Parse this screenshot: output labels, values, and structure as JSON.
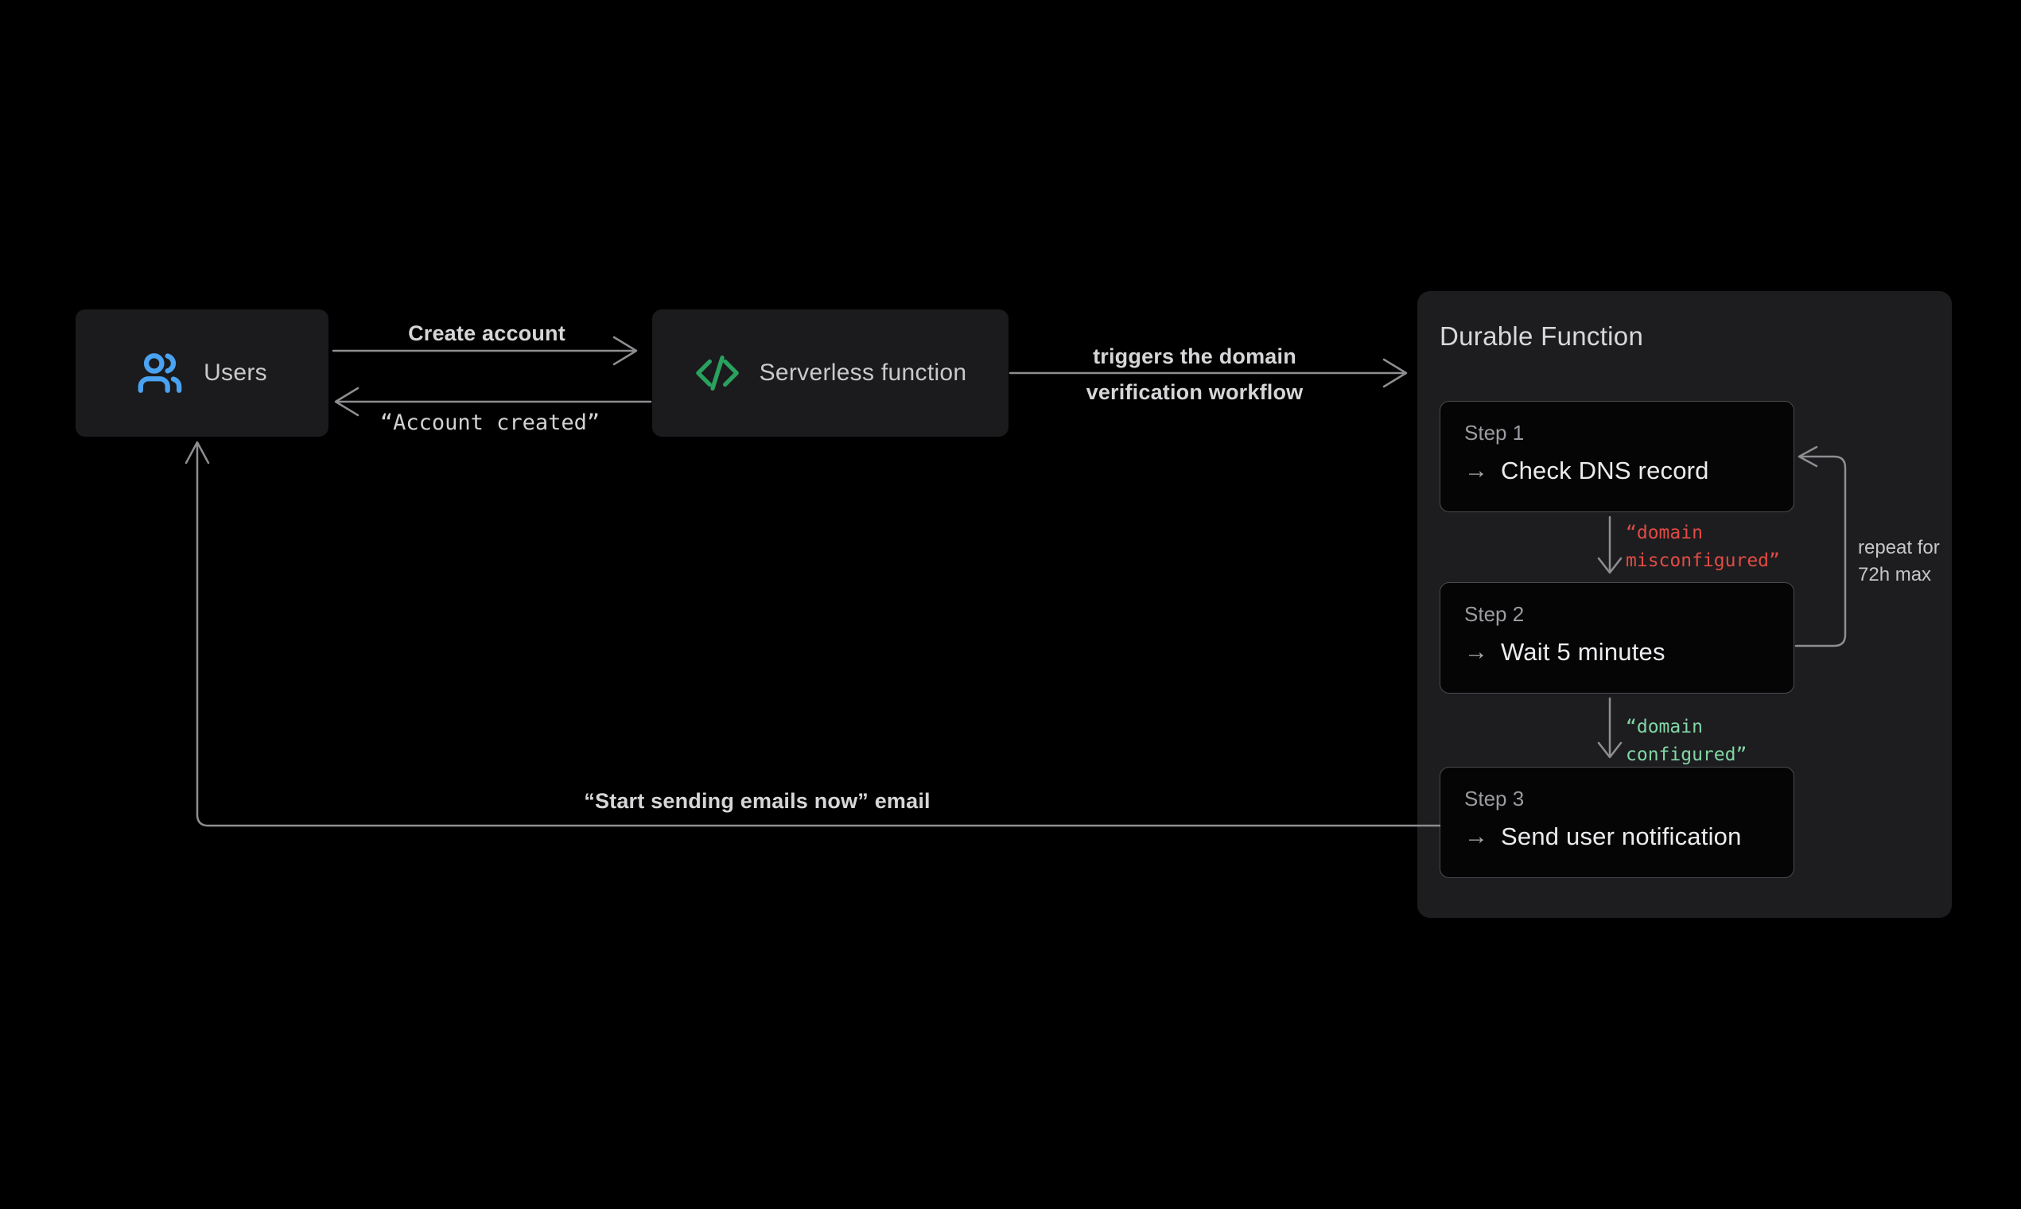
{
  "diagram": {
    "nodes": {
      "users": {
        "label": "Users",
        "icon": "users-icon"
      },
      "serverless": {
        "label": "Serverless function",
        "icon": "code-icon"
      },
      "durable": {
        "title": "Durable Function",
        "arrow_glyph": "→",
        "steps": [
          {
            "name": "Step 1",
            "action": "Check DNS record"
          },
          {
            "name": "Step 2",
            "action": "Wait 5 minutes"
          },
          {
            "name": "Step 3",
            "action": "Send user notification"
          }
        ]
      }
    },
    "edges": {
      "create_account": {
        "label": "Create account"
      },
      "account_created": {
        "label": "“Account created”"
      },
      "triggers": {
        "label_line1": "triggers the domain",
        "label_line2": "verification workflow"
      },
      "misconfigured": {
        "label_line1": "“domain",
        "label_line2": "misconfigured”"
      },
      "configured": {
        "label_line1": "“domain",
        "label_line2": "configured”"
      },
      "repeat": {
        "label_line1": "repeat for",
        "label_line2": "72h max"
      },
      "notify": {
        "label": "“Start sending emails now” email"
      }
    },
    "colors": {
      "background": "#000000",
      "node_bg": "#1b1b1d",
      "panel_bg": "#1d1d1f",
      "step_bg": "#050505",
      "step_border": "#4b4b4f",
      "line": "#8e8e92",
      "text_primary": "#ececef",
      "text_secondary": "#9b9ba1",
      "label_text": "#d6d6d8",
      "accent_blue": "#4aa2f2",
      "accent_green": "#2aa15e",
      "error_red": "#e14b44",
      "success_green": "#82d6a6"
    }
  }
}
